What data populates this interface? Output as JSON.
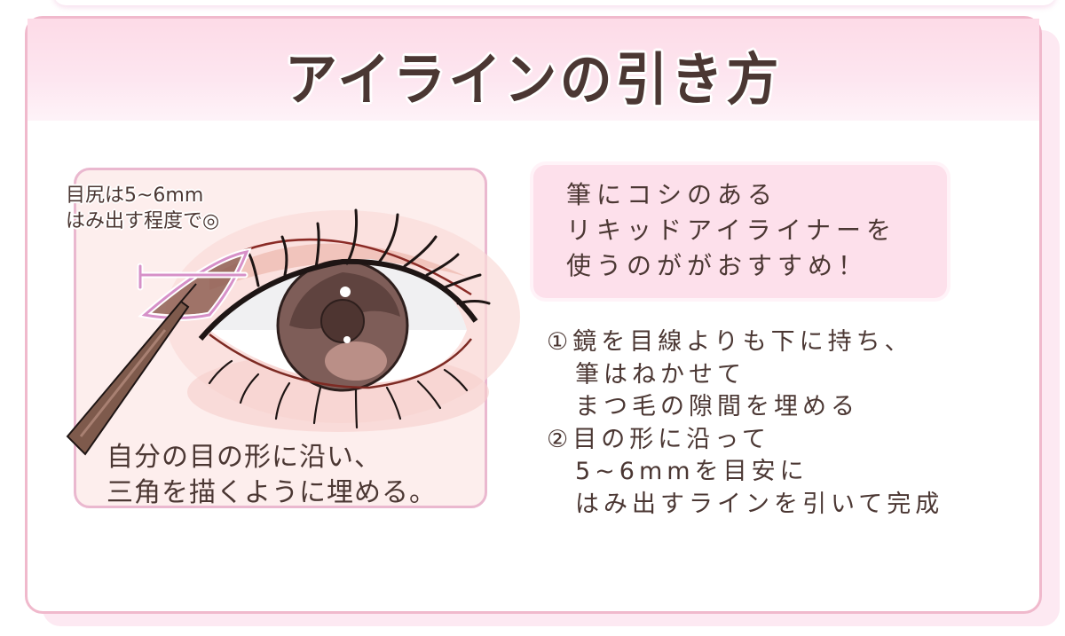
{
  "header": {
    "title": "アイラインの引き方"
  },
  "illustration": {
    "note_lines": [
      "目尻は5~6mm",
      "はみ出す程度で◎"
    ],
    "caption_lines": [
      "自分の目の形に沿い、",
      "三角を描くように埋める。"
    ]
  },
  "tip": {
    "lines": [
      "筆にコシのある",
      "リキッドアイライナーを",
      "使うのががおすすめ！"
    ]
  },
  "steps": [
    {
      "marker": "①",
      "lines": [
        "鏡を目線よりも下に持ち、",
        "筆はねかせて",
        "まつ毛の隙間を埋める"
      ]
    },
    {
      "marker": "②",
      "lines": [
        "目の形に沿って",
        "5~6mmを目安に",
        "はみ出すラインを引いて完成"
      ]
    }
  ],
  "colors": {
    "accent_pink": "#f0b9cc",
    "header_pink": "#fddbe7",
    "tip_background": "#fde0eb",
    "text_brown": "#4b3733",
    "illustration_background": "#fdeeed"
  }
}
